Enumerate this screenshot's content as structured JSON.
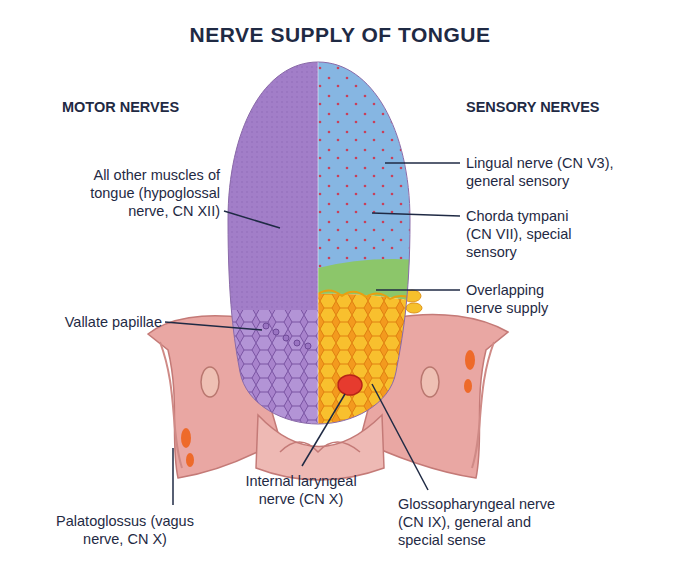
{
  "diagram": {
    "title": "NERVE SUPPLY OF TONGUE",
    "labels": [
      "MOTOR NERVES",
      "SENSORY NERVES",
      "Lingual nerve (CN V3), general sensory",
      "All other muscles of tongue (hypoglossal nerve, CN XII)",
      "Chorda tympani (CN VII), special sensory",
      "Overlapping nerve supply",
      "Vallate papillae",
      "Internal laryngeal nerve (CN X)",
      "Palatoglossus (vagus nerve, CN X)",
      "Glossopharyngeal nerve (CN IX), general and special sense"
    ]
  }
}
